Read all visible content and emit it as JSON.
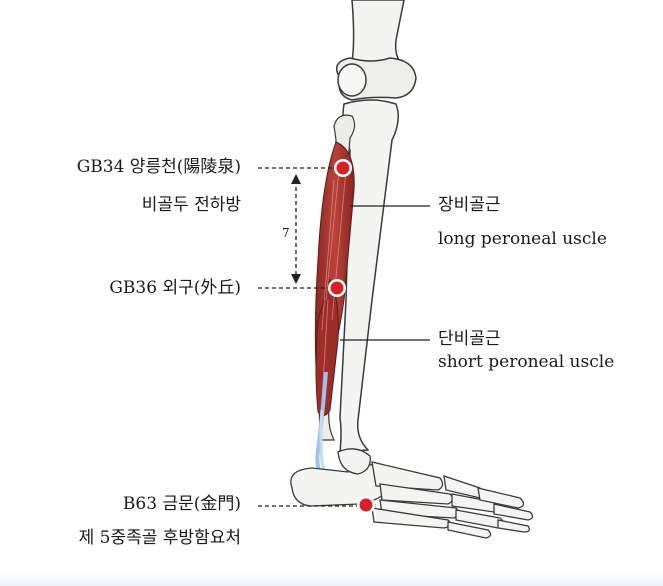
{
  "points": [
    {
      "code_name": "GB34 양릉천(陽陵泉)",
      "location": "비골두 전하방"
    },
    {
      "code_name": "GB36 외구(外丘)"
    },
    {
      "code_name": "B63 금문(金門)",
      "location": "제 5중족골 후방함요처"
    }
  ],
  "distance_label": "7",
  "muscles": [
    {
      "korean": "장비골근",
      "english": "long peroneal uscle"
    },
    {
      "korean": "단비골근",
      "english": "short peroneal uscle"
    }
  ],
  "colors": {
    "point_red": "#d8202a",
    "muscle": "#a8322e",
    "tendon": "#9cc4ea",
    "bone_fill": "#f4f4f2",
    "bone_stroke": "#3a3a3a"
  }
}
